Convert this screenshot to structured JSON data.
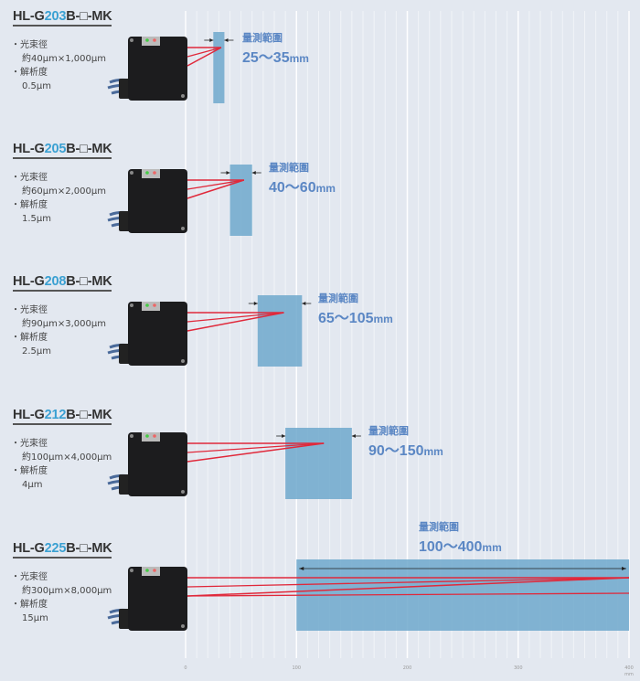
{
  "chart_data": {
    "type": "diagram",
    "axis": {
      "min": 0,
      "max": 400,
      "major_step": 100,
      "minor_step": 10,
      "ticks": [
        "0",
        "100",
        "200",
        "300",
        "400"
      ],
      "unit": "mm"
    },
    "range_label": "量測範圍",
    "models": [
      {
        "prefix": "HL-G",
        "num": "203",
        "suffix": "B-□-MK",
        "spec1_label": "・光束徑",
        "spec1_value": "約40μm×1,000μm",
        "spec2_label": "・解析度",
        "spec2_value": "0.5μm",
        "range_text": "25〜35",
        "unit": "mm",
        "range": [
          25,
          35
        ]
      },
      {
        "prefix": "HL-G",
        "num": "205",
        "suffix": "B-□-MK",
        "spec1_label": "・光束徑",
        "spec1_value": "約60μm×2,000μm",
        "spec2_label": "・解析度",
        "spec2_value": "1.5μm",
        "range_text": "40〜60",
        "unit": "mm",
        "range": [
          40,
          60
        ]
      },
      {
        "prefix": "HL-G",
        "num": "208",
        "suffix": "B-□-MK",
        "spec1_label": "・光束徑",
        "spec1_value": "約90μm×3,000μm",
        "spec2_label": "・解析度",
        "spec2_value": "2.5μm",
        "range_text": "65〜105",
        "unit": "mm",
        "range": [
          65,
          105
        ]
      },
      {
        "prefix": "HL-G",
        "num": "212",
        "suffix": "B-□-MK",
        "spec1_label": "・光束徑",
        "spec1_value": "約100μm×4,000μm",
        "spec2_label": "・解析度",
        "spec2_value": "4μm",
        "range_text": "90〜150",
        "unit": "mm",
        "range": [
          90,
          150
        ]
      },
      {
        "prefix": "HL-G",
        "num": "225",
        "suffix": "B-□-MK",
        "spec1_label": "・光束徑",
        "spec1_value": "約300μm×8,000μm",
        "spec2_label": "・解析度",
        "spec2_value": "15μm",
        "range_text": "100〜400",
        "unit": "mm",
        "range": [
          100,
          400
        ]
      }
    ],
    "colors": {
      "band": "#6fa8cc",
      "laser": "#e0283a",
      "accent": "#3aa0d2",
      "label": "#5b87c4"
    }
  }
}
